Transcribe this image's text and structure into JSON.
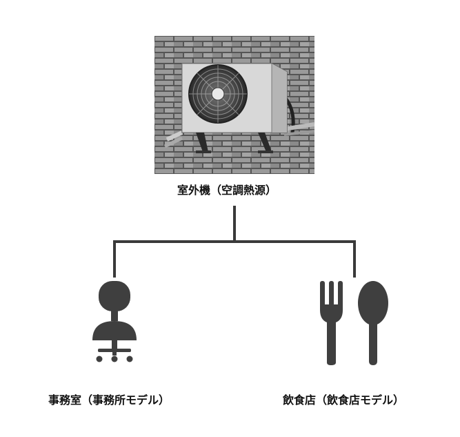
{
  "top_node": {
    "label": "室外機（空調熱源）",
    "image": "outdoor-ac-unit-on-brick-wall"
  },
  "children": [
    {
      "label": "事務室（事務所モデル）",
      "icon": "office-chair-icon"
    },
    {
      "label": "飲食店（飲食店モデル）",
      "icon": "fork-spoon-icon"
    }
  ],
  "colors": {
    "connector": "#3a3a3a",
    "icon": "#3f3f3f"
  }
}
